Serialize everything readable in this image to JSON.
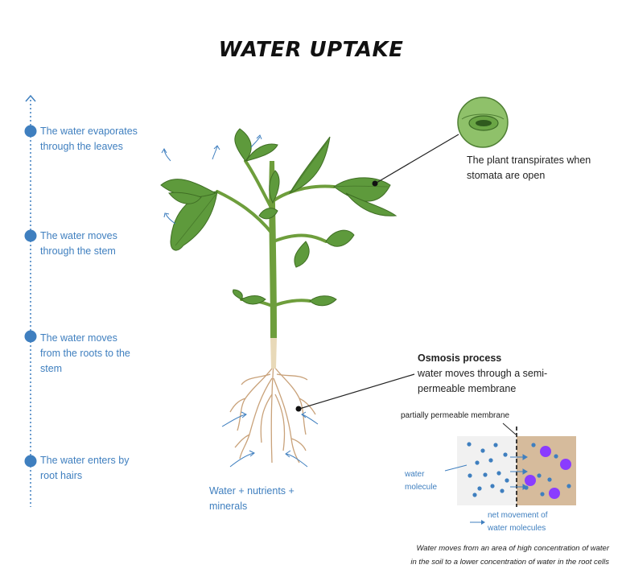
{
  "title": "WATER UPTAKE",
  "steps": [
    {
      "text": "The water evaporates through the leaves"
    },
    {
      "text": "The water moves through the stem"
    },
    {
      "text": "The water moves from the roots to the stem"
    },
    {
      "text": "The water enters by root hairs"
    }
  ],
  "stomata_label": "The plant transpirates when stomata are open",
  "osmosis": {
    "heading": "Osmosis process",
    "description": "water moves through a semi-permeable membrane"
  },
  "membrane_label": "partially permeable membrane",
  "water_molecule_label": "water molecule",
  "net_movement_label": "net movement of water molecules",
  "nutrients_label": "Water + nutrients + minerals",
  "footer_line1": "Water moves from an area of high concentration of water",
  "footer_line2": "in the soil to a lower concentration of water in the root cells",
  "colors": {
    "accent_blue": "#3f7fbf",
    "leaf_green": "#5e9a3c",
    "root_tan": "#c9a27a",
    "soil_box": "#d6bb9c",
    "solute_purple": "#8a3cff"
  }
}
